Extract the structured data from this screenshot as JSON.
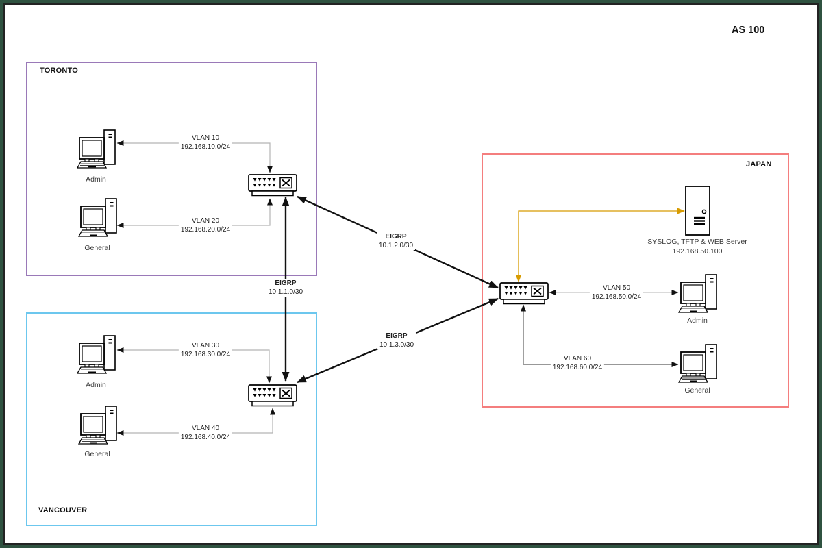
{
  "title": {
    "as_label": "AS 100"
  },
  "regions": {
    "toronto": {
      "label": "TORONTO",
      "border_color": "#9a79b8"
    },
    "vancouver": {
      "label": "VANCOUVER",
      "border_color": "#6cc7ee"
    },
    "japan": {
      "label": "JAPAN",
      "border_color": "#f47e7e"
    }
  },
  "devices": {
    "toronto_admin": {
      "label": "Admin"
    },
    "toronto_general": {
      "label": "General"
    },
    "vancouver_admin": {
      "label": "Admin"
    },
    "vancouver_general": {
      "label": "General"
    },
    "japan_admin": {
      "label": "Admin"
    },
    "japan_general": {
      "label": "General"
    },
    "japan_server": {
      "label": "SYSLOG, TFTP & WEB Server",
      "ip": "192.168.50.100"
    }
  },
  "links": {
    "vlan10": {
      "name": "VLAN 10",
      "subnet": "192.168.10.0/24"
    },
    "vlan20": {
      "name": "VLAN 20",
      "subnet": "192.168.20.0/24"
    },
    "vlan30": {
      "name": "VLAN 30",
      "subnet": "192.168.30.0/24"
    },
    "vlan40": {
      "name": "VLAN 40",
      "subnet": "192.168.40.0/24"
    },
    "vlan50": {
      "name": "VLAN 50",
      "subnet": "192.168.50.0/24"
    },
    "vlan60": {
      "name": "VLAN 60",
      "subnet": "192.168.60.0/24"
    },
    "eigrp_toronto_vancouver": {
      "name": "EIGRP",
      "subnet": "10.1.1.0/30"
    },
    "eigrp_toronto_japan": {
      "name": "EIGRP",
      "subnet": "10.1.2.0/30"
    },
    "eigrp_vancouver_japan": {
      "name": "EIGRP",
      "subnet": "10.1.3.0/30"
    }
  },
  "colors": {
    "frame_green": "#2f5240",
    "lan_line": "#b3b3b3",
    "eigrp_line": "#111111",
    "server_link": "#d79b00"
  }
}
